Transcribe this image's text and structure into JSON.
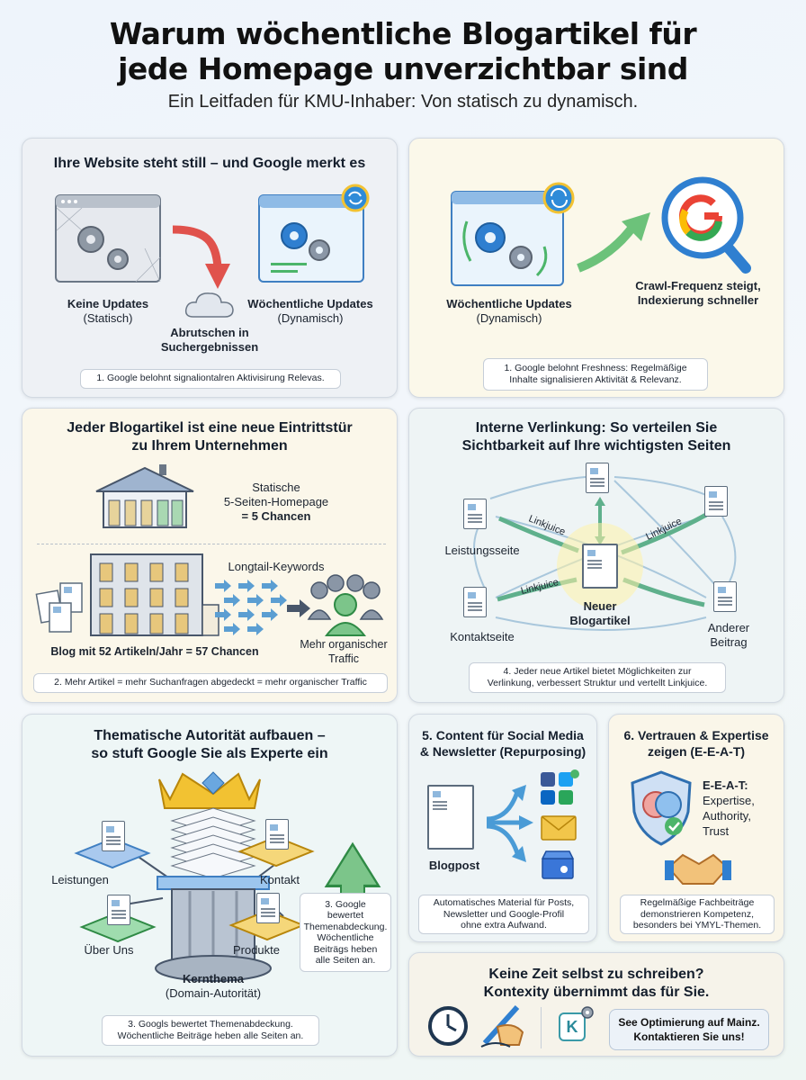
{
  "header": {
    "title_line1": "Warum wöchentliche Blogartikel für",
    "title_line2": "jede Homepage unverzichtbar sind",
    "subtitle": "Ein Leitfaden für KMU-Inhaber: Von statisch zu dynamisch."
  },
  "panel1": {
    "title": "Ihre Website steht still – und Google merkt es",
    "left_bold": "Keine Updates",
    "left_sub": "(Statisch)",
    "right_bold": "Wöchentliche Updates",
    "right_sub": "(Dynamisch)",
    "drop_line1": "Abrutschen in",
    "drop_line2": "Suchergebnissen",
    "note": "1. Google belohnt signaliontalren Aktivisirung Relevas."
  },
  "panel2": {
    "left_bold": "Wöchentliche Updates",
    "left_sub": "(Dynamisch)",
    "right_line1": "Crawl-Frequenz steigt,",
    "right_line2": "Indexierung schneller",
    "note_line1": "1. Google belohnt Freshness: Regelmäßige",
    "note_line2": "Inhalte signalisieren Aktivität & Relevanz."
  },
  "panel3": {
    "title_line1": "Jeder Blogartikel ist eine neue Eintrittstür",
    "title_line2": "zu Ihrem Unternehmen",
    "static_line1": "Statische",
    "static_line2": "5-Seiten-Homepage",
    "static_line3": "= 5 Chancen",
    "longtail": "Longtail-Keywords",
    "blog": "Blog mit 52 Artikeln/Jahr = 57 Chancen",
    "traffic_line1": "Mehr organischer",
    "traffic_line2": "Traffic",
    "note": "2. Mehr Artikel = mehr Suchanfragen abgedeckt = mehr organischer Traffic"
  },
  "panel4": {
    "title_line1": "Interne Verlinkung: So verteilen Sie",
    "title_line2": "Sichtbarkeit auf Ihre wichtigsten Seiten",
    "leistung": "Leistungsseite",
    "kontakt": "Kontaktseite",
    "neu_line1": "Neuer",
    "neu_line2": "Blogartikel",
    "anderer_line1": "Anderer",
    "anderer_line2": "Beitrag",
    "lj1": "Linkjuice",
    "lj2": "Linkjuice",
    "lj3": "Linkjuice",
    "note_line1": "4. Jeder neue Artikel bietet Möglichkeiten zur",
    "note_line2": "Verlinkung, verbessert Struktur und vertellt Linkjuice."
  },
  "panel5": {
    "title_line1": "Thematische Autorität aufbauen –",
    "title_line2": "so stuft Google Sie als Experte ein",
    "leistungen": "Leistungen",
    "kontakt": "Kontakt",
    "ueber": "Über Uns",
    "produkte": "Produkte",
    "kern_bold": "Kernthema",
    "kern_sub": "(Domain-Autorität)",
    "side_note": [
      "3. Google",
      "bewertet",
      "Themenabdeckung.",
      "Wöchentliche",
      "Beiträgs heben",
      "alle Seiten an."
    ],
    "note_line1": "3. Googls bewertet Themenabdeckung.",
    "note_line2": "Wöchentliche Beiträge heben alle Seiten an."
  },
  "panel6": {
    "title_line1": "5. Content für Social Media",
    "title_line2": "& Newsletter (Repurposing)",
    "blogpost": "Blogpost",
    "note_line1": "Automatisches Material für Posts,",
    "note_line2": "Newsletter und Google-Profil",
    "note_line3": "ohne extra Aufwand."
  },
  "panel7": {
    "title_line1": "6. Vertrauen & Expertise",
    "title_line2": "zeigen (E-E-A-T)",
    "eeat": "E-E-A-T:",
    "expertise": "Expertise,",
    "authority": "Authority,",
    "trust": "Trust",
    "note_line1": "Regelmäßige Fachbeiträge",
    "note_line2": "demonstrieren Kompetenz,",
    "note_line3": "besonders bei YMYL-Themen."
  },
  "panel8": {
    "title_line1": "Keine Zeit selbst zu schreiben?",
    "title_line2": "Kontexity übernimmt das für Sie.",
    "logo_letter": "K",
    "cta_line1": "See Optimierung auf Mainz.",
    "cta_line2": "Kontaktieren Sie uns!"
  },
  "colors": {
    "accent_blue": "#2f7fd0",
    "accent_green": "#4cb56a",
    "accent_red": "#e0524c",
    "gold": "#f2c232"
  }
}
